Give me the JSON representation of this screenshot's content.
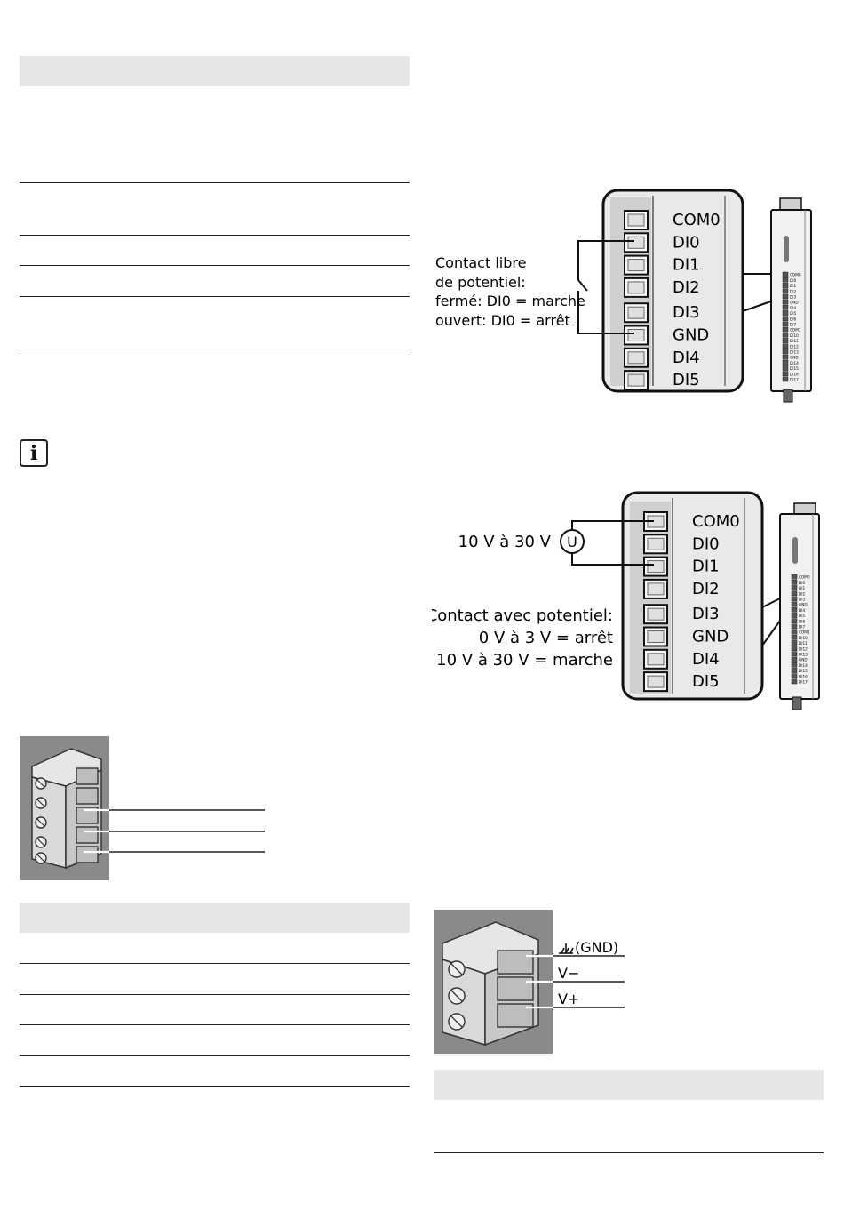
{
  "fig_di_potential_free": {
    "terminals": [
      "COM0",
      "DI0",
      "DI1",
      "DI2",
      "DI3",
      "GND",
      "DI4",
      "DI5"
    ],
    "callout_lines": [
      "Contact libre",
      "de potentiel:",
      "fermé: DI0 = marche",
      "ouvert: DI0 = arrêt"
    ],
    "module_labels": [
      "COM0",
      "DI0",
      "DI1",
      "DI2",
      "DI3",
      "GND",
      "DI4",
      "DI5",
      "DI6",
      "DI7",
      "COM1",
      "DI10",
      "DI11",
      "DI12",
      "DI13",
      "GND",
      "DI14",
      "DI15",
      "DI16",
      "DI17"
    ]
  },
  "fig_di_with_potential": {
    "terminals": [
      "COM0",
      "DI0",
      "DI1",
      "DI2",
      "DI3",
      "GND",
      "DI4",
      "DI5"
    ],
    "voltage_label": "10 V à 30 V",
    "source_symbol": "U",
    "callout_lines": [
      "Contact avec potentiel:",
      "0 V à 3 V = arrêt",
      "10 V à 30 V = marche"
    ],
    "module_labels": [
      "COM0",
      "DI0",
      "DI1",
      "DI2",
      "DI3",
      "GND",
      "DI4",
      "DI5",
      "DI6",
      "DI7",
      "COM1",
      "DI10",
      "DI11",
      "DI12",
      "DI13",
      "GND",
      "DI14",
      "DI15",
      "DI16",
      "DI17"
    ]
  },
  "fig_power_connector": {
    "labels": [
      "(GND)",
      "V−",
      "V+"
    ]
  },
  "info_icon": {
    "glyph": "i"
  }
}
